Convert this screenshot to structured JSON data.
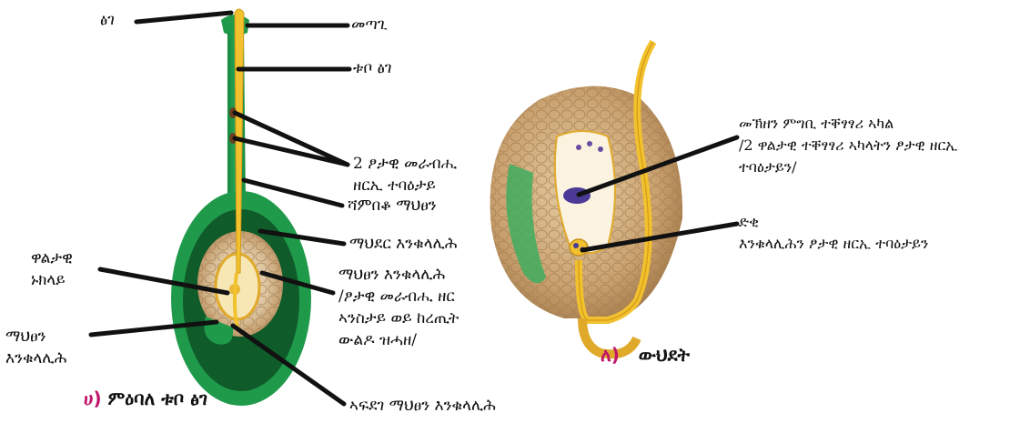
{
  "diagrams": {
    "left": {
      "caption_letter": "ሀ)",
      "caption_text": "ምዕባለ ቱቦ ፅገ",
      "labels": {
        "pollen_top": "ፅገ",
        "stigma": "መጣጊ",
        "tube": "ቱቦ ፅገ",
        "sperm_nuclei": [
          "2 ፆታዊ መራብሒ",
          "ዘርኢ ተባዕታይ"
        ],
        "style": "ሻምበቆ ማህፀን",
        "ovary_wall": "ማህደር እንቁላሊሕ",
        "ovule": [
          "ማህፀን እንቁላሊሕ",
          "/ፆታዊ መራብሒ ዘር",
          "ኣንስታይ ወይ ከረጢት",
          "ውልዶ ዝሓዘ/"
        ],
        "synergid": [
          "ዋልታዊ",
          "ኑክላይ"
        ],
        "egg": [
          "ማህፀን",
          "እንቁላሊሕ"
        ],
        "micropyle": "ኣፍደገ ማህፀን እንቁላሊሕ"
      }
    },
    "right": {
      "caption_letter": "ለ)",
      "caption_text": "ውህደት",
      "labels": {
        "central_cell": [
          "መኽዘን ምግቢ ተቐፃፃሪ ኣካል",
          "/2 ዋልታዊ ተቐፃፃሪ ኣካላትን ፆታዊ ዘርኢ",
          "ተባዕታይን/"
        ],
        "egg_fusion": [
          "ድቂ",
          "እንቁላሊሕን ፆታዊ ዘርኢ ተባዕታይን"
        ]
      }
    }
  },
  "colors": {
    "green": "#1f9a4a",
    "dark_green": "#0f5b2a",
    "yellow": "#f2c12e",
    "tan": "#caa277",
    "purple": "#4a3a96",
    "caption_mark": "#c0156a"
  }
}
